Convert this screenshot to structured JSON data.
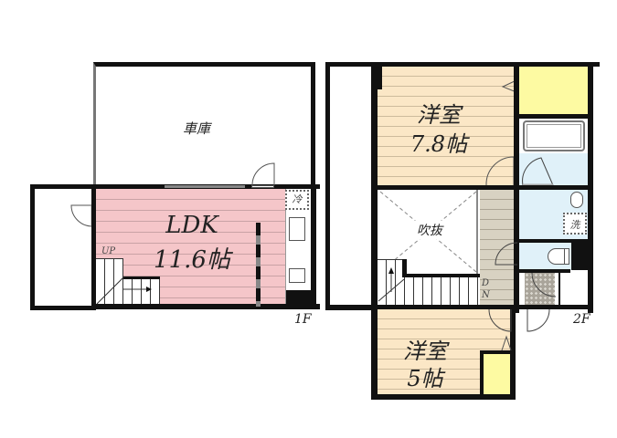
{
  "floor_plan": {
    "floors": [
      {
        "id": "1F",
        "label": "1F",
        "rooms": [
          {
            "name": "garage",
            "label": "車庫"
          },
          {
            "name": "ldk",
            "label_line1": "LDK",
            "label_line2": "11.6帖",
            "color": "#f5c6c9"
          },
          {
            "name": "fridge",
            "label": "冷"
          },
          {
            "name": "stairs-up",
            "label": "UP"
          }
        ]
      },
      {
        "id": "2F",
        "label": "2F",
        "rooms": [
          {
            "name": "western-room-1",
            "label_line1": "洋室",
            "label_line2": "7.8帖",
            "color": "#fbe7c6"
          },
          {
            "name": "atrium",
            "label": "吹抜"
          },
          {
            "name": "washer",
            "label": "洗"
          },
          {
            "name": "stairs-down",
            "label_line1": "D",
            "label_line2": "N"
          },
          {
            "name": "western-room-2",
            "label_line1": "洋室",
            "label_line2": "5帖",
            "color": "#fbe7c6"
          }
        ]
      }
    ],
    "colors": {
      "wall": "#111111",
      "ldk_floor": "#f5c6c9",
      "room_floor": "#fbe7c6",
      "closet": "#fdfaa2",
      "wet_area": "#e0f1f9",
      "hallway": "#d8d2c2"
    }
  }
}
